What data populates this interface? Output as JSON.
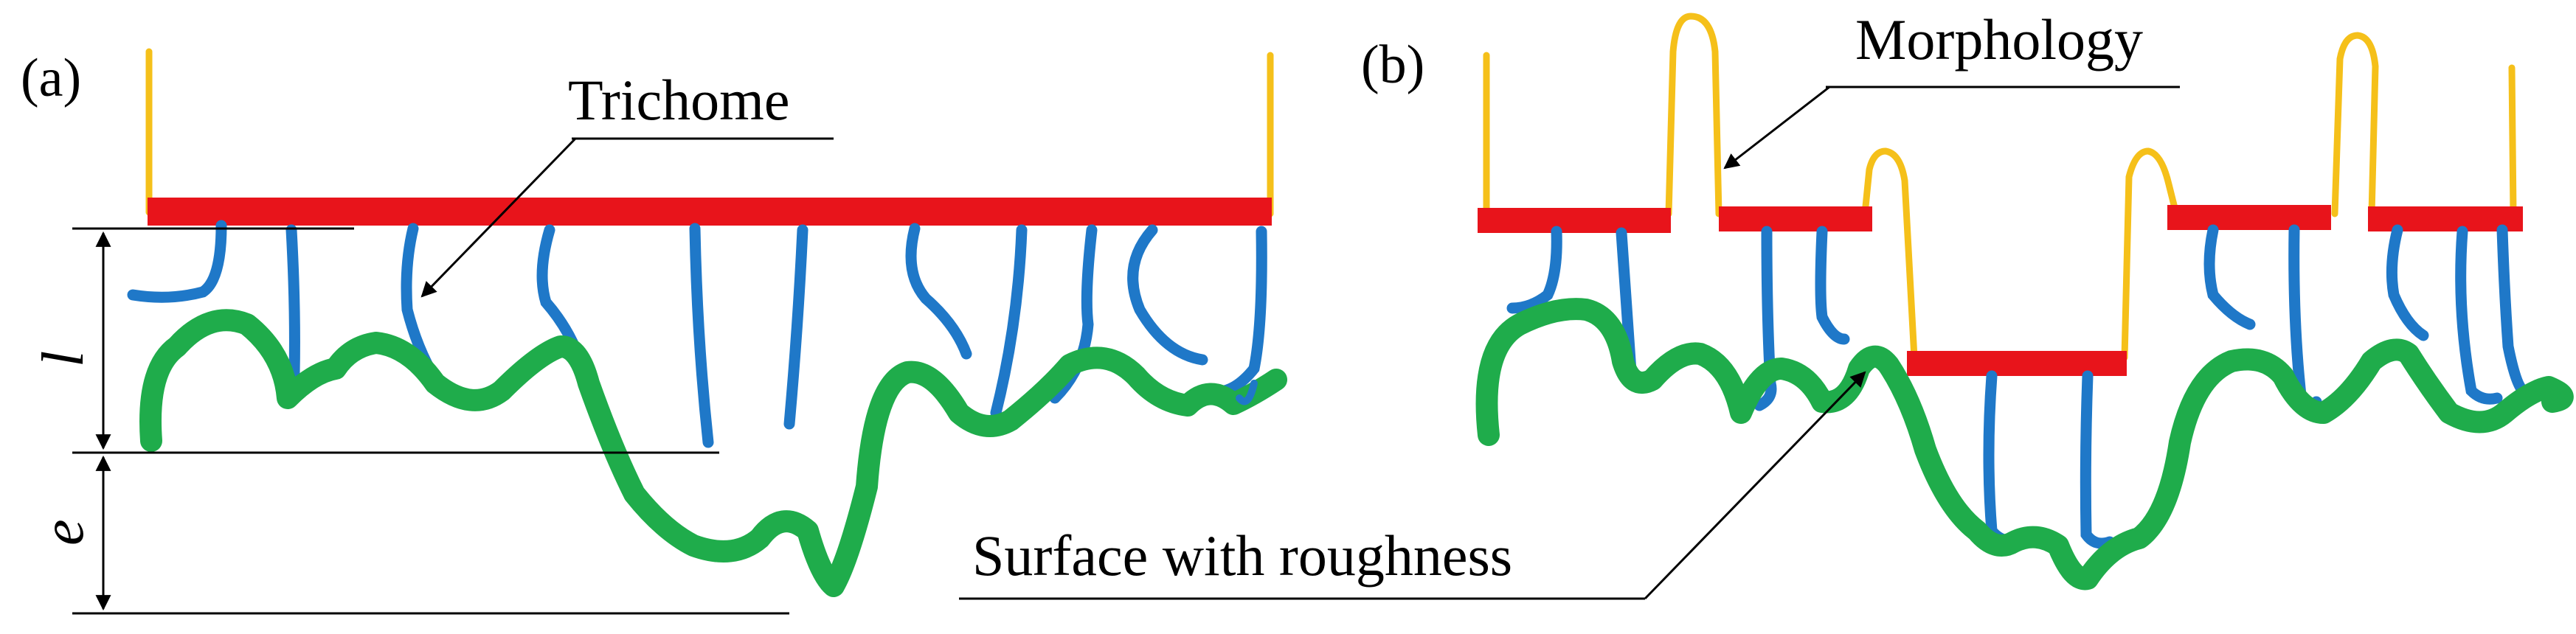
{
  "panels": {
    "a": {
      "label": "(a)"
    },
    "b": {
      "label": "(b)"
    }
  },
  "annotations": {
    "trichome": "Trichome",
    "morphology": "Morphology",
    "surface": "Surface with roughness"
  },
  "dimensions": {
    "l": "l",
    "e": "e"
  },
  "colors": {
    "substrate": "#e8141b",
    "stalk": "#f5c01a",
    "trichome": "#1f78c8",
    "surface": "#1fac4b",
    "line": "#000000",
    "background": "#ffffff"
  }
}
